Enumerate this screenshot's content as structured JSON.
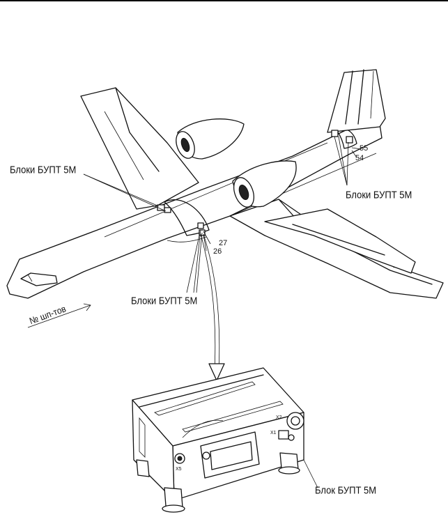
{
  "labels": {
    "wing_blocks": "Блоки БУПТ 5М",
    "tail_blocks": "Блоки БУПТ 5М",
    "fuselage_blocks": "Блоки БУПТ 5М",
    "unit_block": "Блок БУПТ 5М",
    "frame_number": "№ шп-тов",
    "frame_55": "55",
    "frame_54": "54",
    "frame_27": "27",
    "frame_26": "26",
    "connector_x2": "X2",
    "connector_x1": "X1",
    "connector_x5": "X5"
  }
}
